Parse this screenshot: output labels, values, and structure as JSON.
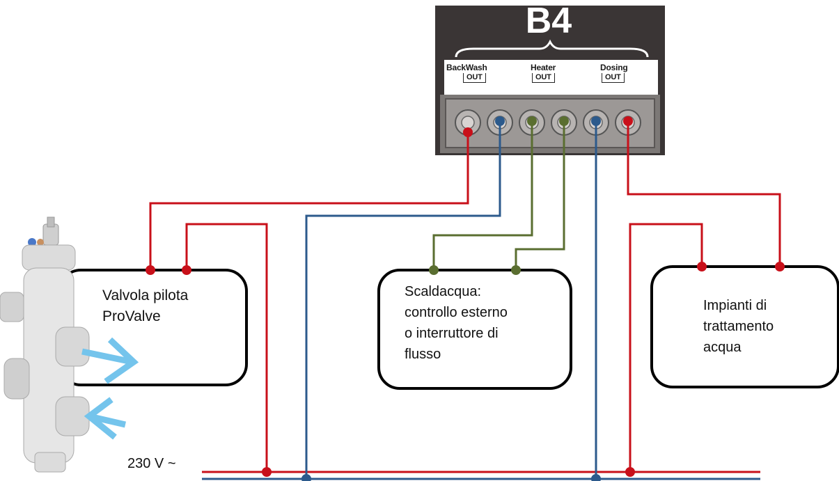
{
  "board": {
    "title": "B4",
    "terminals": [
      {
        "name": "BackWash",
        "io": "OUT"
      },
      {
        "name": "Heater",
        "io": "OUT"
      },
      {
        "name": "Dosing",
        "io": "OUT"
      }
    ]
  },
  "devices": {
    "valve": "Valvola pilota\nProValve",
    "heater": "Scaldacqua:\ncontrollo esterno\no interruttore di\nflusso",
    "treatment": "Impianti di\ntrattamento\nacqua"
  },
  "supply": {
    "label": "230 V ~"
  },
  "colors": {
    "live": "#c8101a",
    "neutral": "#2c5a8c",
    "control": "#5a6e30",
    "board_bg": "#3a3535"
  }
}
